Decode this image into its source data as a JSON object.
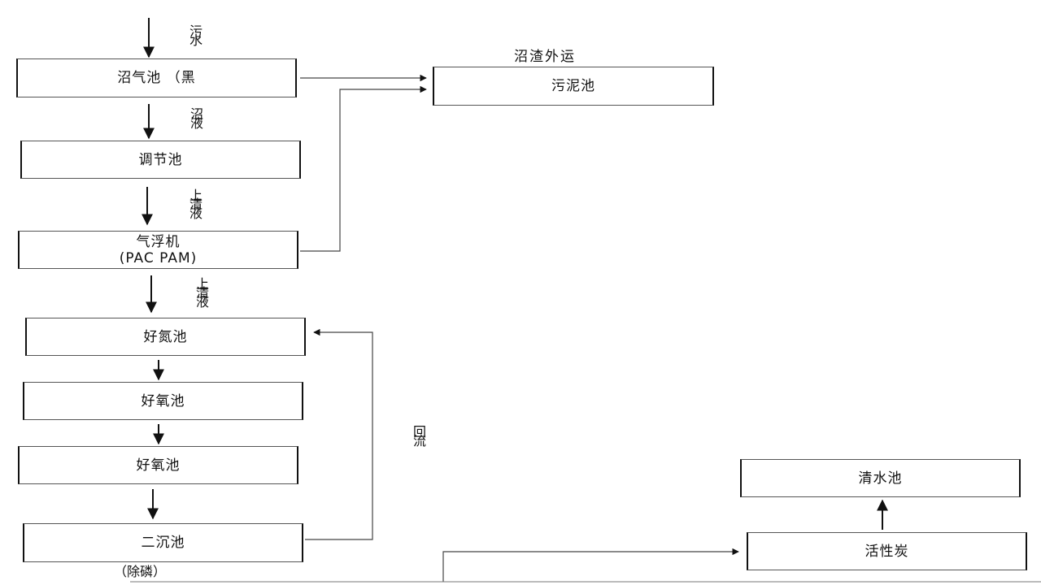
{
  "boxes": {
    "biogas": "沼气池 （黑",
    "regulate": "调节池",
    "air_float": "气浮机",
    "air_float_chem": "(PAC PAM)",
    "anoxic": "好氮池",
    "aerobic_1": "好氧池",
    "aerobic_2": "好氧池",
    "secondary": "二沉池",
    "sludge": "污泥池",
    "carbon": "活性炭",
    "clear_water": "清水池"
  },
  "labels": {
    "wastewater": "污水",
    "biogas_liquid": "沼液",
    "supernatant_1": "上清液",
    "supernatant_2": "上清液",
    "reflux": "回流",
    "residue_out": "沼渣外运",
    "phosphorus": "（除磷）"
  }
}
